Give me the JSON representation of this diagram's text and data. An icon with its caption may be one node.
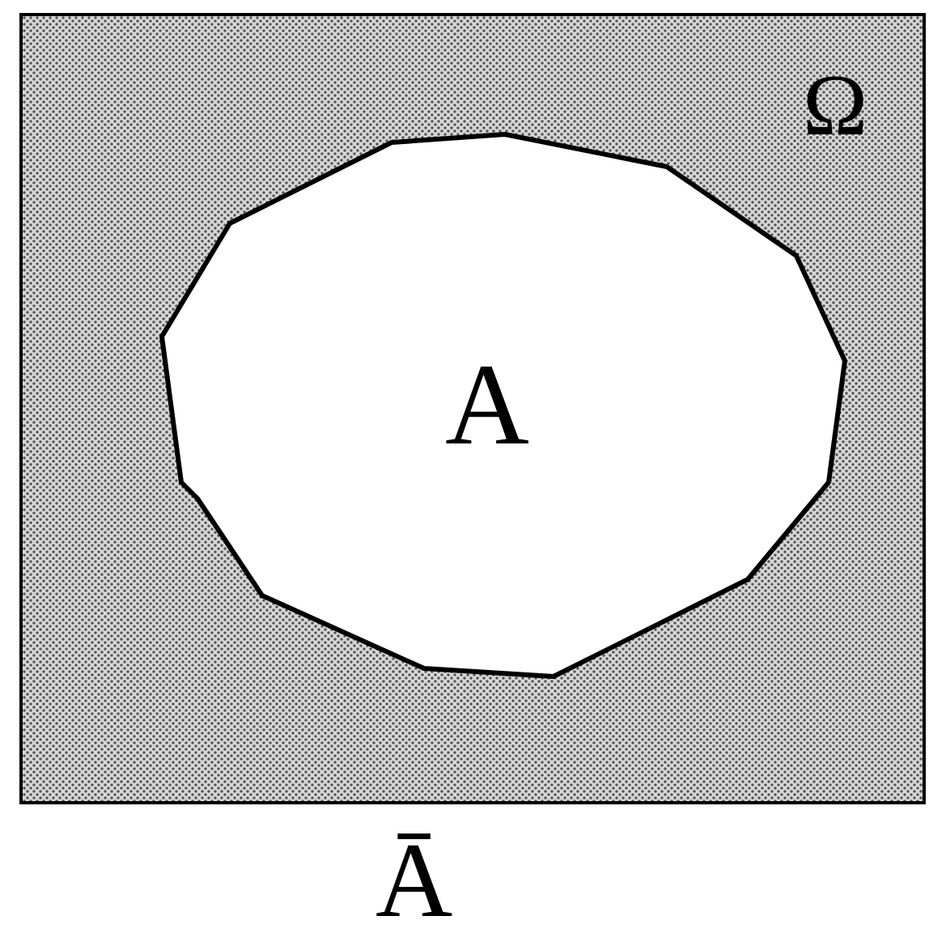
{
  "diagram": {
    "nodes": [
      {
        "text": [
          "Ω"
        ]
      },
      {
        "text": [
          "A"
        ],
        "in": 0
      }
    ],
    "labels": [
      "Ā"
    ]
  }
}
